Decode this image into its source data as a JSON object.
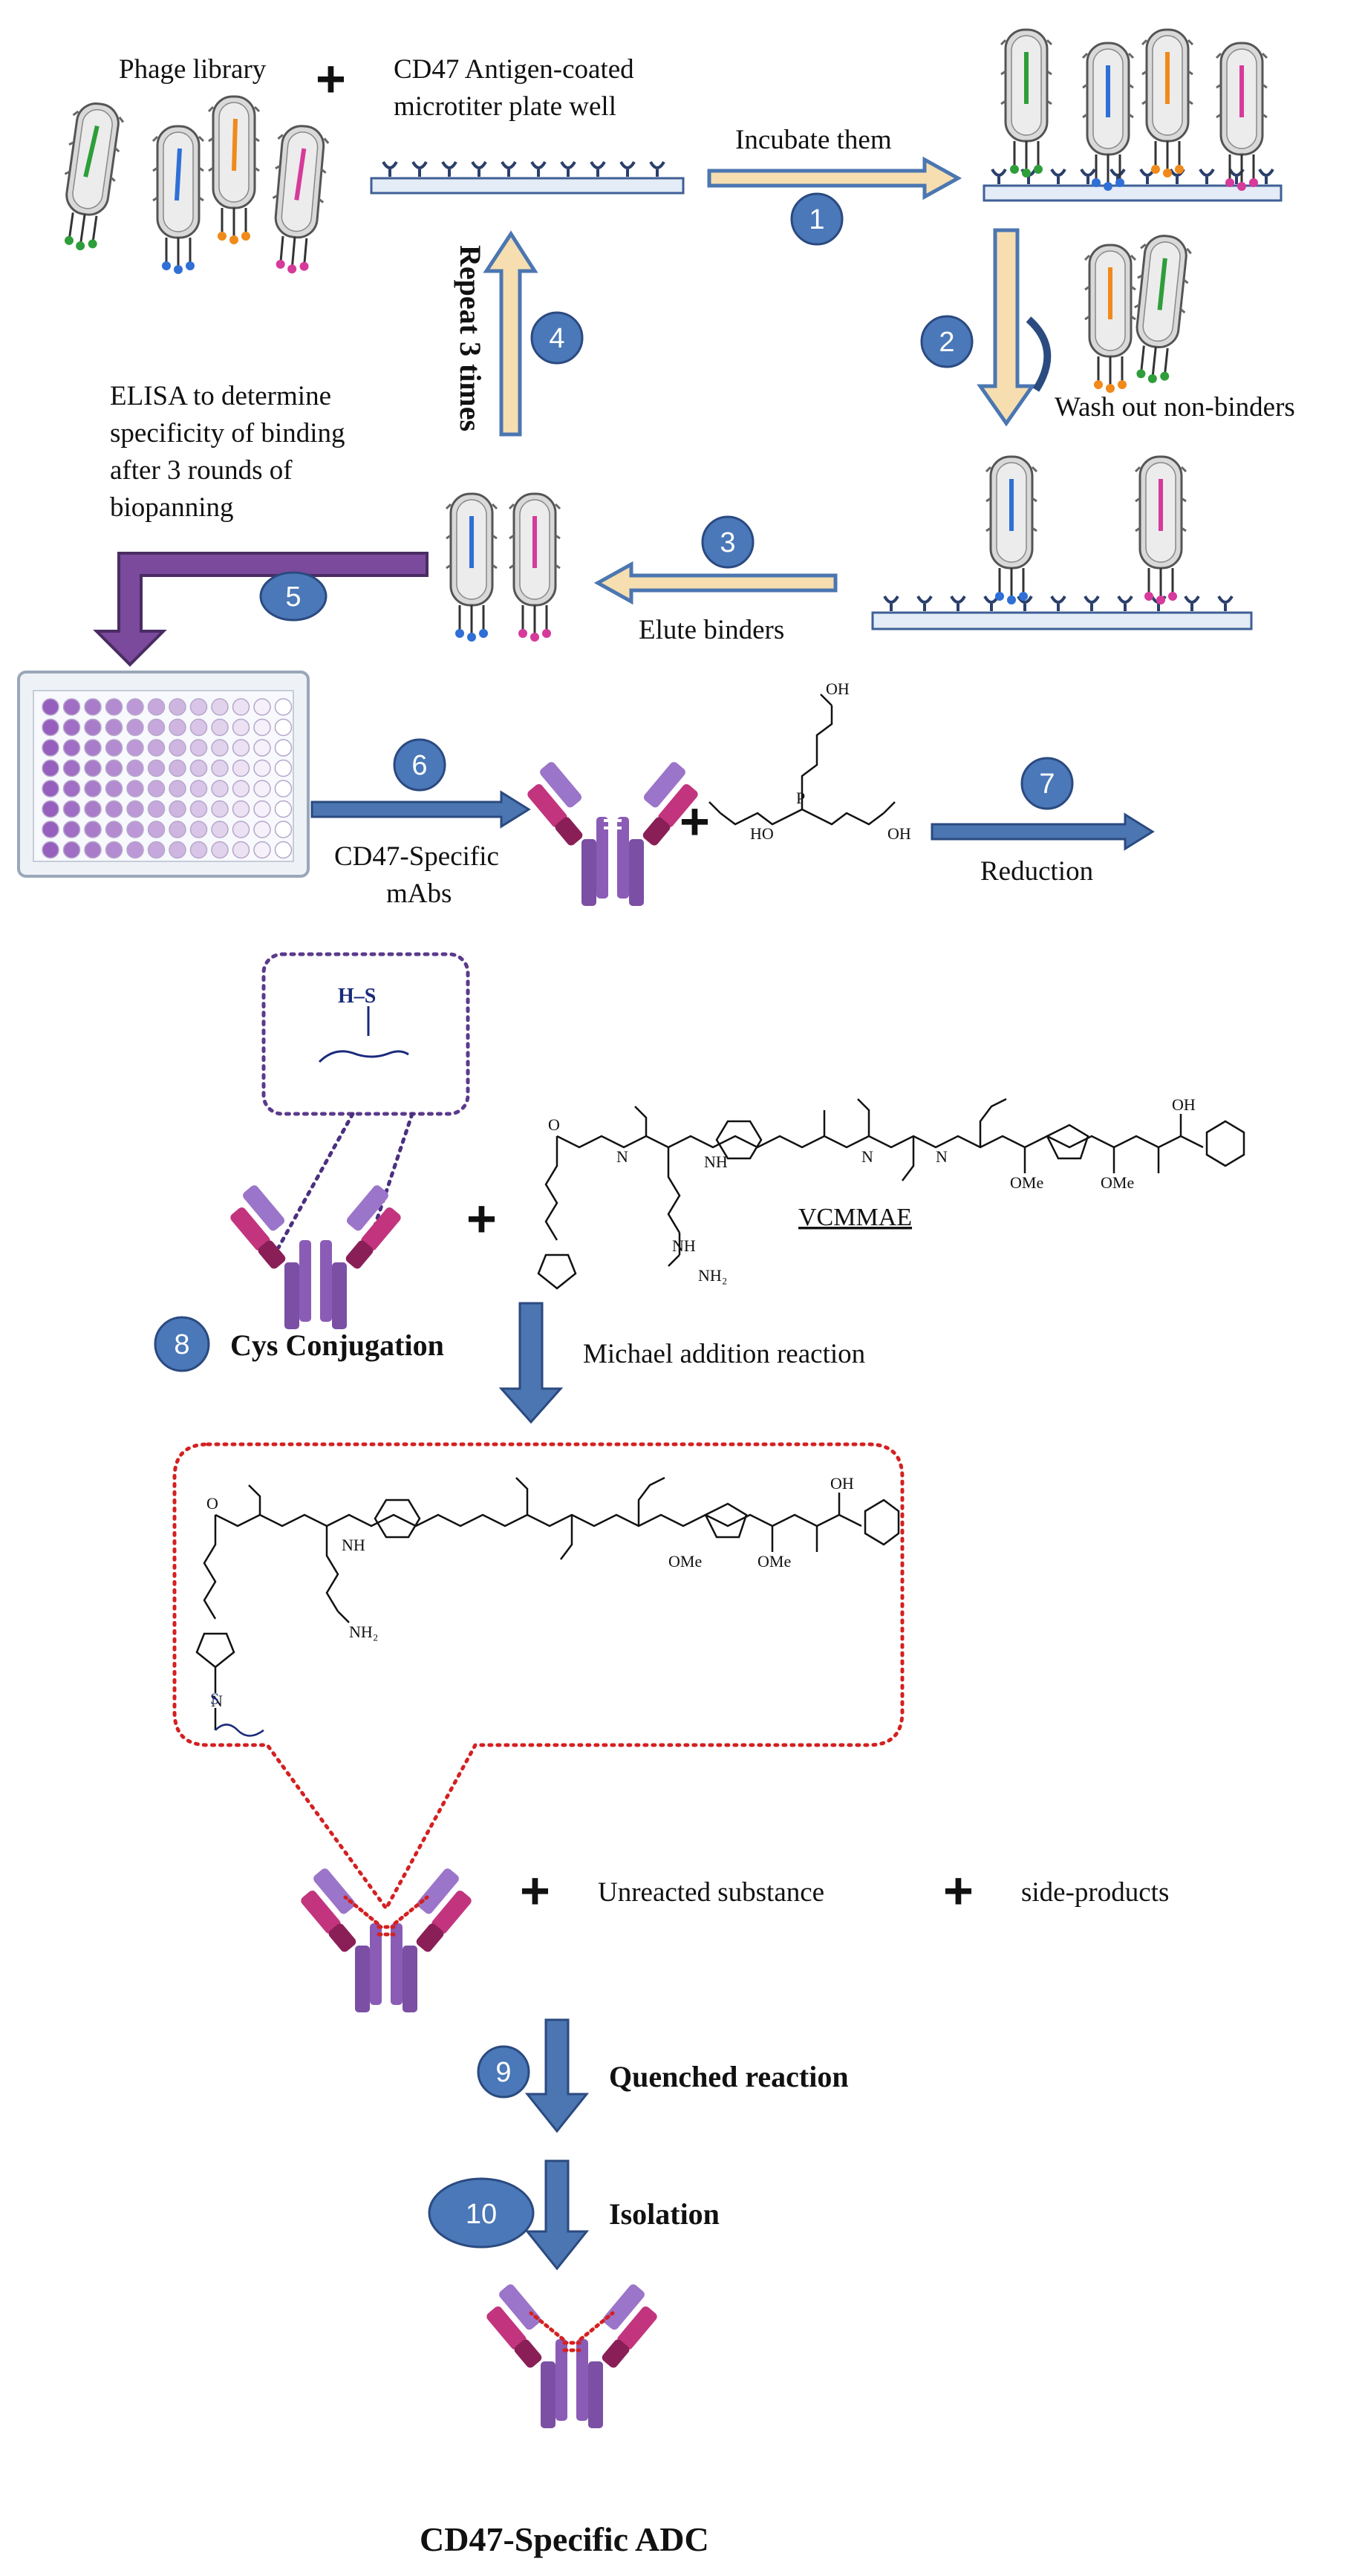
{
  "colors": {
    "badge": "#4a78b8",
    "blue_arrow": "#4b76b1",
    "tan_arrow": "#f6deb0",
    "purple_arrow": "#7b4a9c",
    "antibody_purple": "#7b4fa3",
    "antibody_magenta": "#c2357e",
    "red_dots": "#d42020"
  },
  "labels": {
    "phage_library": "Phage library",
    "plate_line1": "CD47 Antigen-coated",
    "plate_line2": "microtiter  plate well",
    "incubate": "Incubate them",
    "repeat": "Repeat 3 times",
    "wash": "Wash out non-binders",
    "elisa_line1": "ELISA to determine",
    "elisa_line2": "specificity  of binding",
    "elisa_line3": "after 3 rounds of",
    "elisa_line4": "biopanning",
    "elute": "Elute binders",
    "mabs_line1": "CD47-Specific",
    "mabs_line2": "mAbs",
    "reduction": "Reduction",
    "vcmmae": "VCMMAE",
    "cys": "Cys Conjugation",
    "michael": "Michael addition reaction",
    "unreacted": "Unreacted  substance",
    "side_products": "side-products",
    "quenched": "Quenched reaction",
    "isolation": "Isolation",
    "final": "CD47-Specific ADC"
  },
  "chem": {
    "hs": "H–S",
    "oh": "OH",
    "ho": "HO",
    "p": "P",
    "o": "O",
    "n": "N",
    "nh": "NH",
    "nh2": "NH₂",
    "ome": "OMe",
    "s": "S"
  },
  "steps": [
    "1",
    "2",
    "3",
    "4",
    "5",
    "6",
    "7",
    "8",
    "9",
    "10"
  ],
  "symbols": {
    "plus": "+"
  }
}
